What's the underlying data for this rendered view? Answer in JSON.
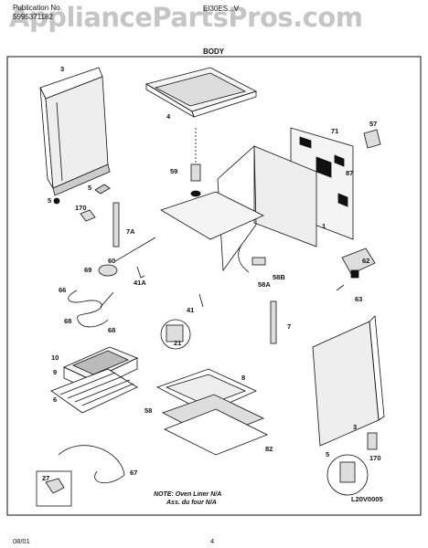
{
  "watermark": "AppliancePartsPros.com",
  "header": {
    "publication_label": "Publication No.",
    "publication_no": "5995371182",
    "model": "EI30ES...V",
    "section": "BODY"
  },
  "labels": {
    "p3_top": "3",
    "p4": "4",
    "p57": "57",
    "p71": "71",
    "p87": "87",
    "p59": "59",
    "p5": "5",
    "p5b": "5",
    "p170a": "170",
    "p7a": "7A",
    "p1": "1",
    "p60": "60",
    "p69": "69",
    "p41a": "41A",
    "p62": "62",
    "p66": "66",
    "p58a": "58A",
    "p58b": "58B",
    "p63": "63",
    "p41": "41",
    "p68a": "68",
    "p68b": "68",
    "p7": "7",
    "p21": "21",
    "p10": "10",
    "p9": "9",
    "p8": "8",
    "p6": "6",
    "p58": "58",
    "p3_bottom": "3",
    "p82": "82",
    "p170b": "170",
    "p27": "27",
    "p67": "67",
    "p5c": "5"
  },
  "note": {
    "line1": "NOTE: Oven Liner N/A",
    "line2": "Ass. du four N/A"
  },
  "diagram_code": "L20V0005",
  "footer": {
    "date": "08/01",
    "page": "4"
  }
}
